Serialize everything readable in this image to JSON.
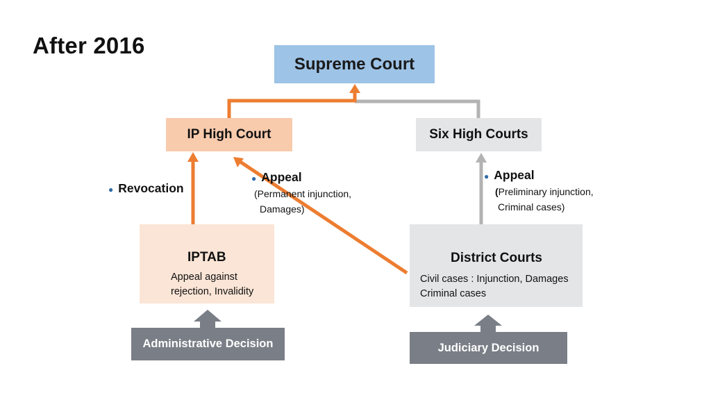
{
  "title": "After 2016",
  "nodes": {
    "supreme": "Supreme Court",
    "ip_high": "IP High Court",
    "six_high": "Six High Courts",
    "iptab": {
      "title": "IPTAB",
      "line1": "Appeal against",
      "line2": "rejection, Invalidity"
    },
    "district": {
      "title": "District Courts",
      "line1": "Civil cases : Injunction,  Damages",
      "line2": "Criminal cases"
    },
    "admin": "Administrative Decision",
    "judiciary": "Judiciary Decision"
  },
  "labels": {
    "revocation": "Revocation",
    "appeal_ip": {
      "head": "Appeal",
      "line1": "(Permanent injunction,",
      "line2": "Damages)"
    },
    "appeal_six": {
      "head": "Appeal",
      "line1_paren": "(",
      "line1": "Preliminary injunction,",
      "line2": "Criminal cases)"
    }
  },
  "colors": {
    "orange": "#ed7d31",
    "gray": "#b3b3b3",
    "dark_gray": "#7a7e86",
    "blue": "#9dc3e6",
    "peach": "#f8cbad"
  }
}
